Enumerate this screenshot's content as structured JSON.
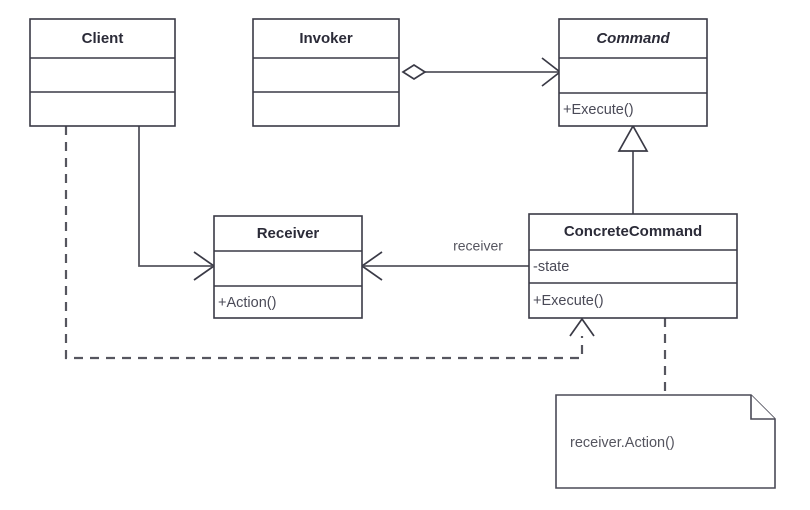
{
  "diagram": {
    "title": "Command Pattern UML Class Diagram",
    "notation": "UML class diagram",
    "background_color": "#ffffff",
    "line_color": "#56565f",
    "box_stroke_color": "#3a3a46",
    "text_color": "#2b2b38"
  },
  "classes": {
    "client": {
      "name": "Client",
      "abstract": false,
      "attributes": [],
      "operations": []
    },
    "invoker": {
      "name": "Invoker",
      "abstract": false,
      "attributes": [],
      "operations": []
    },
    "command": {
      "name": "Command",
      "abstract": true,
      "attributes": [],
      "operations": [
        "+Execute()"
      ],
      "operation_1": "+Execute()"
    },
    "receiver": {
      "name": "Receiver",
      "abstract": false,
      "attributes": [],
      "operations": [
        "+Action()"
      ],
      "operation_1": "+Action()"
    },
    "concrete_command": {
      "name": "ConcreteCommand",
      "abstract": false,
      "attributes": [
        "-state"
      ],
      "attribute_1": "-state",
      "operations": [
        "+Execute()"
      ],
      "operation_1": "+Execute()"
    }
  },
  "relationships": {
    "invoker_command": {
      "type": "aggregation",
      "from": "Invoker",
      "to": "Command",
      "label": ""
    },
    "command_concretecommand": {
      "type": "generalization",
      "from": "ConcreteCommand",
      "to": "Command",
      "label": ""
    },
    "client_receiver": {
      "type": "association",
      "from": "Client",
      "to": "Receiver",
      "label": ""
    },
    "concretecommand_receiver": {
      "type": "association",
      "from": "ConcreteCommand",
      "to": "Receiver",
      "label": "receiver",
      "label_text": "receiver"
    },
    "client_concretecommand": {
      "type": "dependency",
      "from": "Client",
      "to": "ConcreteCommand",
      "label": ""
    },
    "concretecommand_note": {
      "type": "note-anchor",
      "from": "ConcreteCommand",
      "to": "note",
      "label": ""
    }
  },
  "note": {
    "text": "receiver.Action()",
    "anchored_to": "ConcreteCommand"
  }
}
